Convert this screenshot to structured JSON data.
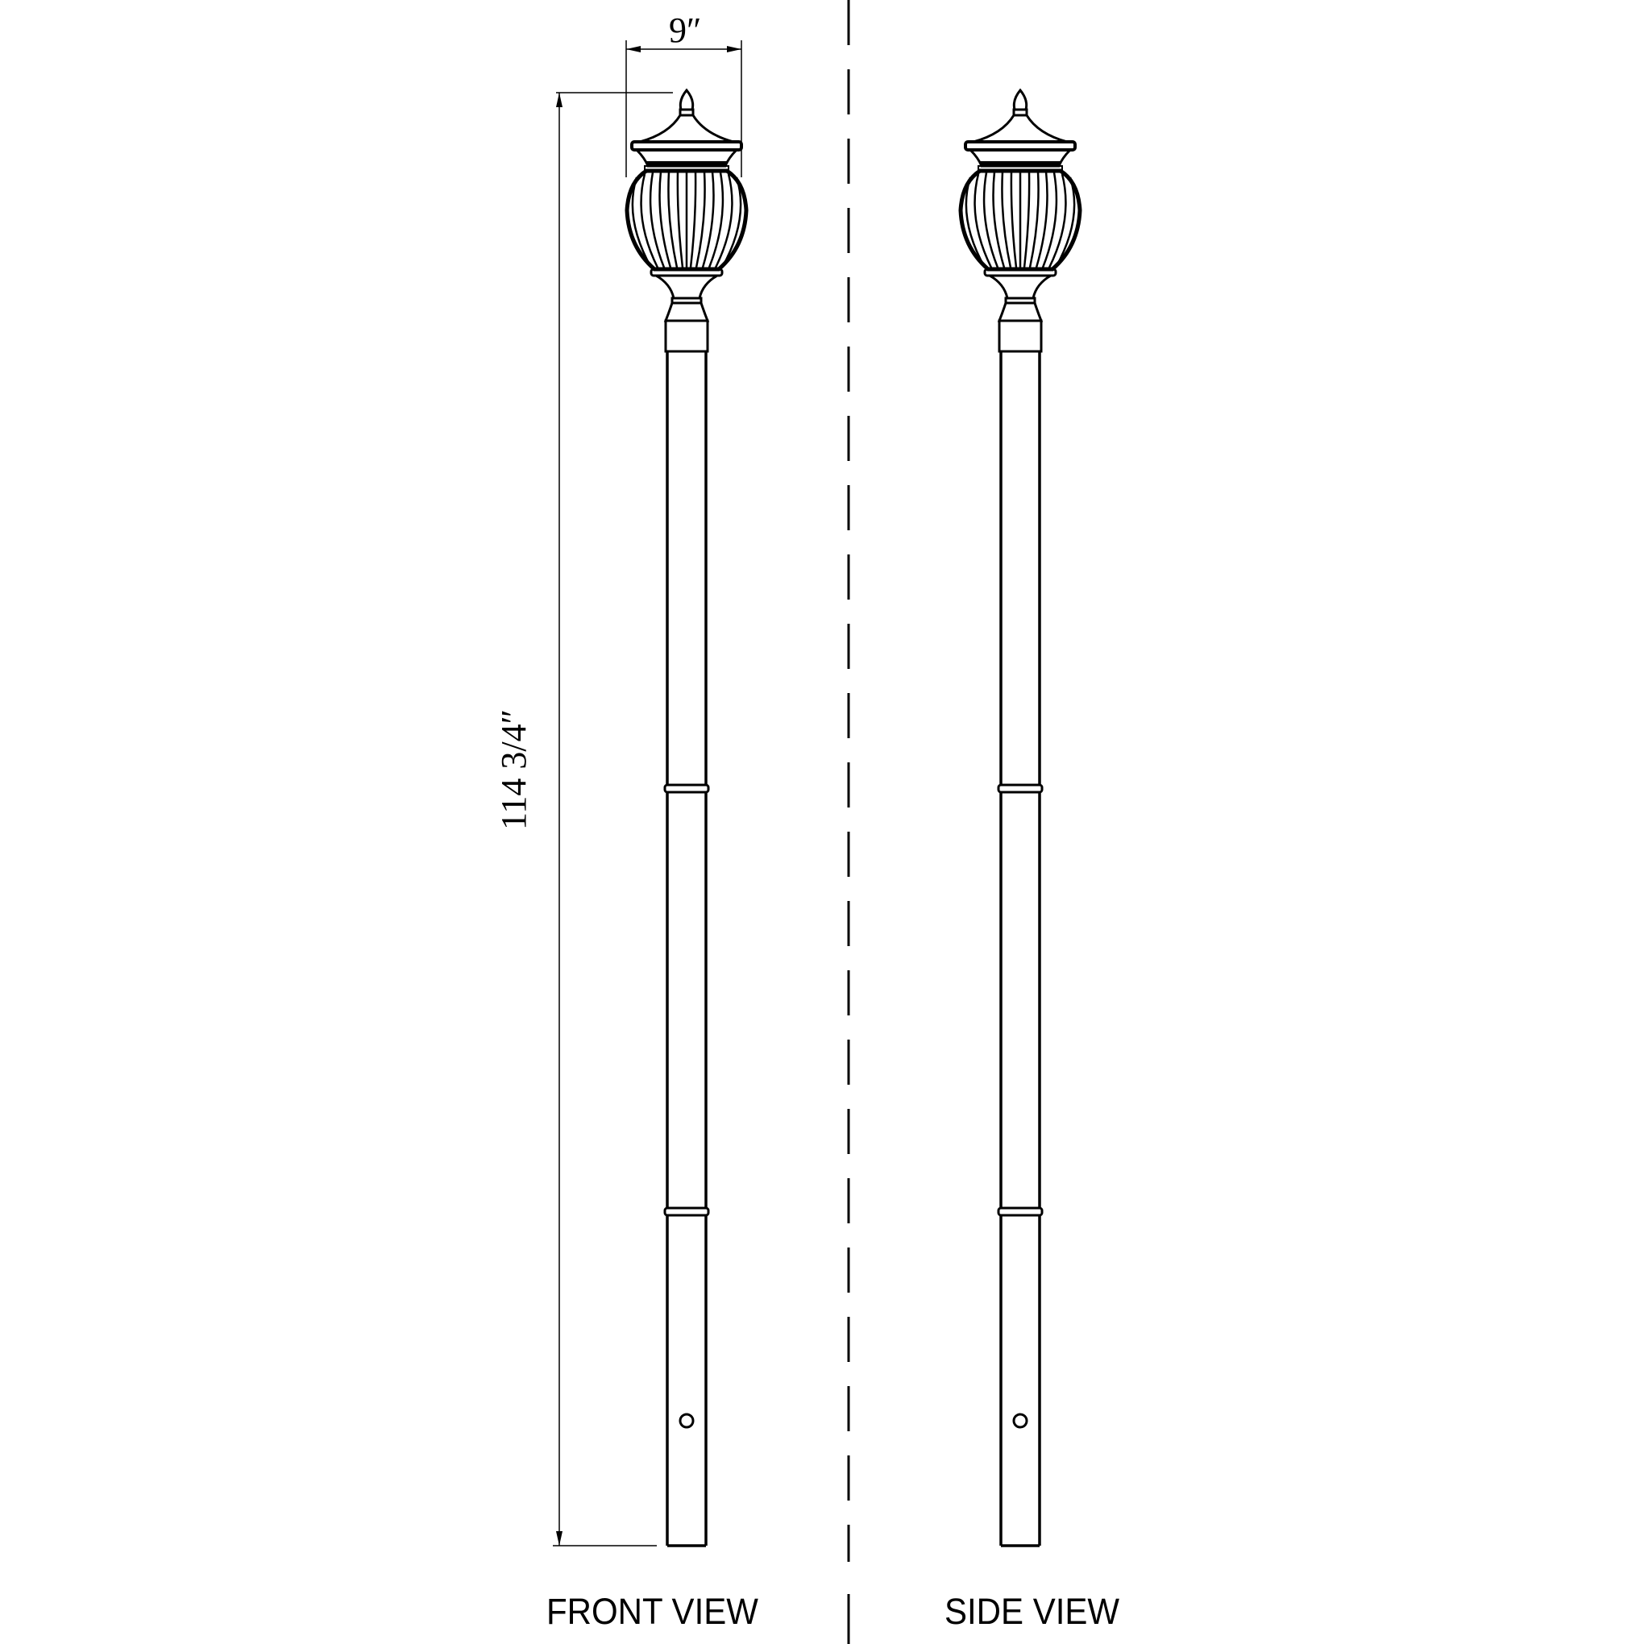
{
  "drawing": {
    "type": "technical elevation drawing",
    "subject": "outdoor post lantern on pole",
    "views": [
      {
        "id": "front",
        "label": "FRONT VIEW"
      },
      {
        "id": "side",
        "label": "SIDE VIEW"
      }
    ],
    "dimensions": {
      "width": {
        "label": "9″"
      },
      "height": {
        "label": "114 3/4″"
      }
    },
    "colors": {
      "line": "#000000",
      "background": "#ffffff"
    }
  }
}
